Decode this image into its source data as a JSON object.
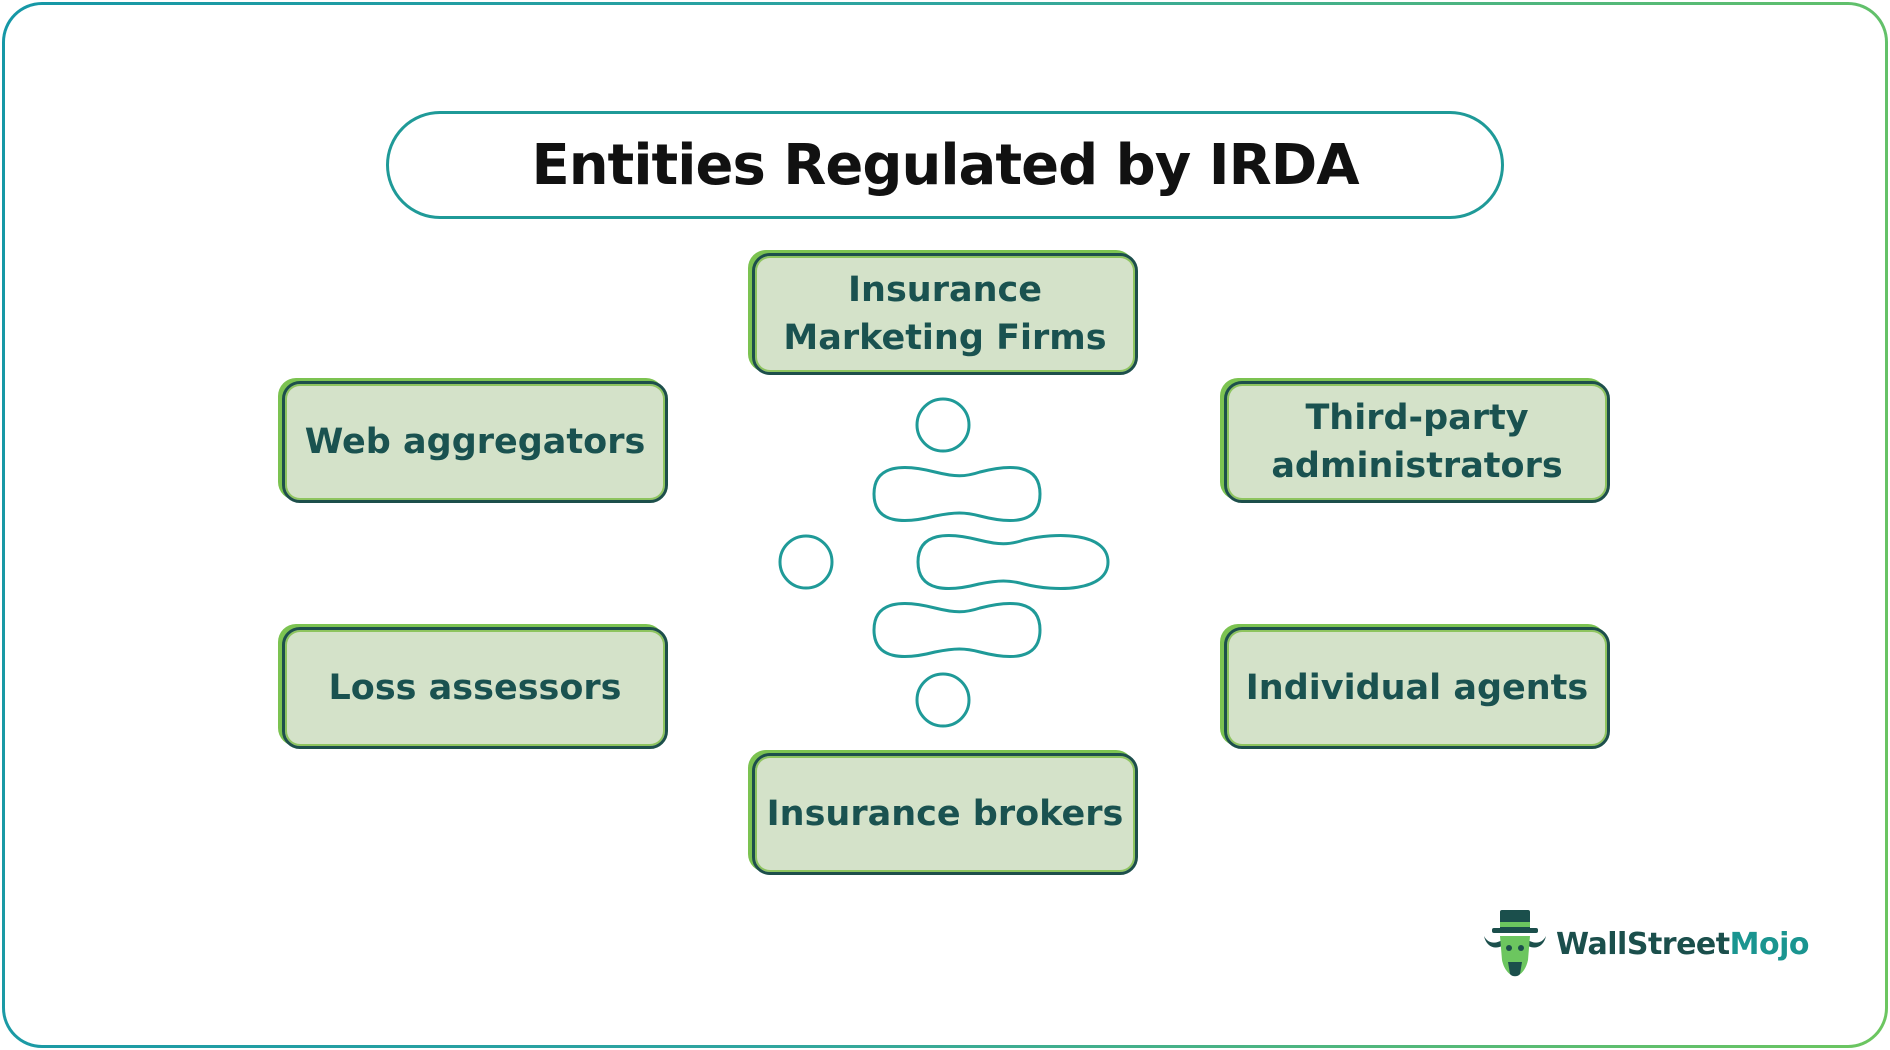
{
  "title": "Entities Regulated by IRDA",
  "entities": {
    "top": "Insurance\nMarketing Firms",
    "left_upper": "Web aggregators",
    "right_upper": "Third-party\nadministrators",
    "left_lower": "Loss assessors",
    "right_lower": "Individual agents",
    "bottom": "Insurance brokers"
  },
  "logo": {
    "part1": "WallStreet",
    "part2": "Mojo"
  },
  "colors": {
    "frame_start": "#1597a6",
    "frame_end": "#6cc65f",
    "title_border": "#1f9a98",
    "box_fill": "#d4e2c9",
    "box_border": "#1d4f4b",
    "box_accent": "#7cc351",
    "label_text": "#1a5250",
    "graphic_stroke": "#1f9a98"
  }
}
